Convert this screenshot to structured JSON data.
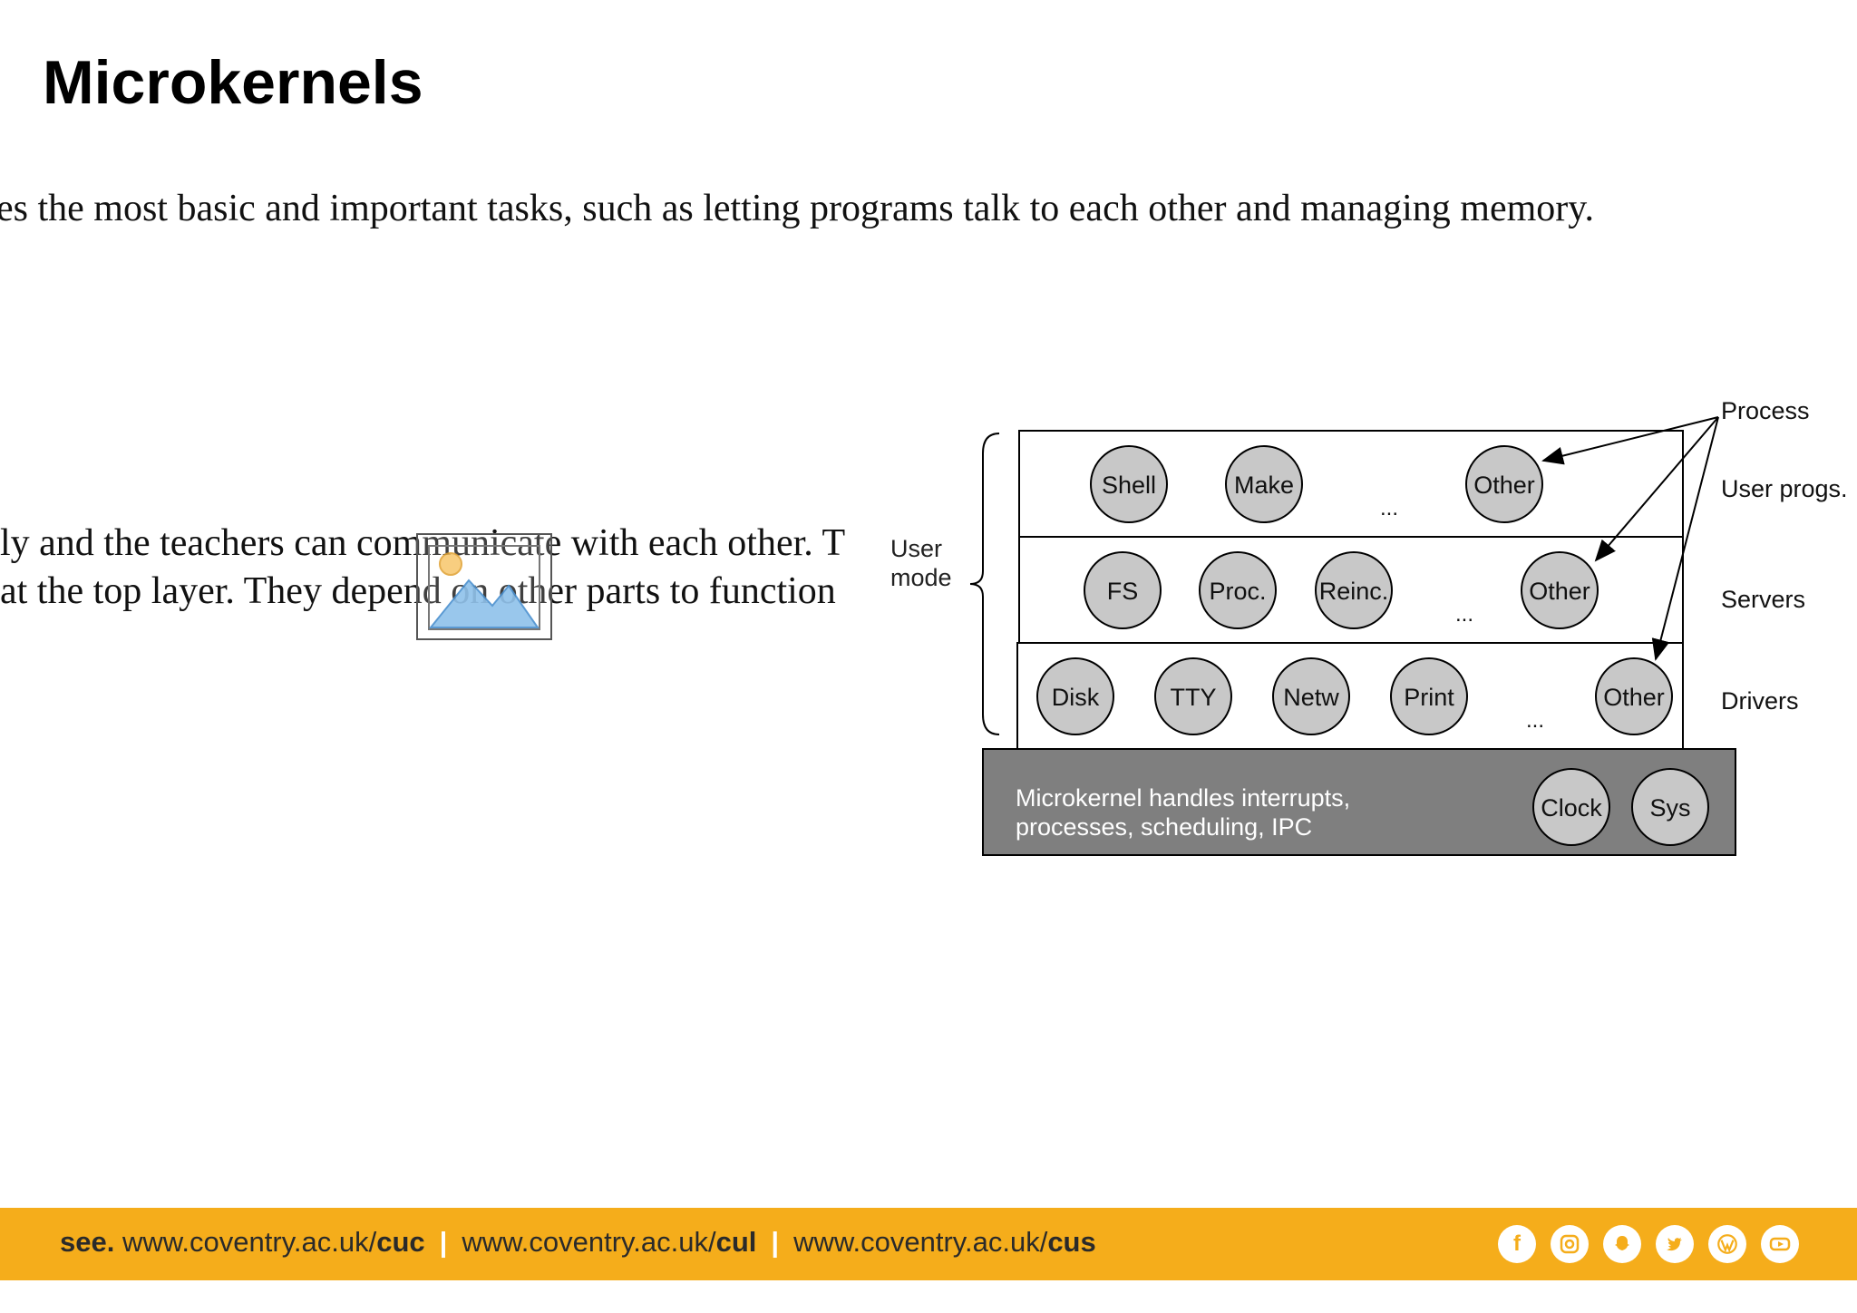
{
  "slide": {
    "title": "Microkernels",
    "text_line1": "es the most basic and important tasks, such as letting programs talk to each other and managing memory.",
    "text_line2": "ly and the teachers can communicate with each other. T",
    "text_line3": " at the top layer. They depend on other parts to function"
  },
  "diagram": {
    "user_mode_line1": "User",
    "user_mode_line2": "mode",
    "process_label": "Process",
    "layer_labels": {
      "user_progs": "User progs.",
      "servers": "Servers",
      "drivers": "Drivers"
    },
    "user_progs": [
      "Shell",
      "Make",
      "Other"
    ],
    "servers": [
      "FS",
      "Proc.",
      "Reinc.",
      "Other"
    ],
    "drivers": [
      "Disk",
      "TTY",
      "Netw",
      "Print",
      "Other"
    ],
    "ellipsis": "...",
    "kernel_line1": "Microkernel handles interrupts,",
    "kernel_line2": "processes, scheduling, IPC",
    "kernel_items": [
      "Clock",
      "Sys"
    ],
    "colors": {
      "circle_fill": "#c8c8c8",
      "kernel_fill": "#7f7f7f"
    }
  },
  "footer": {
    "see": "see.",
    "link1_prefix": "www.coventry.ac.uk/",
    "link1_bold": "cuc",
    "link2_prefix": "www.coventry.ac.uk/",
    "link2_bold": "cul",
    "link3_prefix": "www.coventry.ac.uk/",
    "link3_bold": "cus",
    "separator": "|",
    "social_icons": [
      "facebook-icon",
      "instagram-icon",
      "snapchat-icon",
      "twitter-icon",
      "wordpress-icon",
      "youtube-icon"
    ],
    "accent_color": "#f5ad1b"
  }
}
